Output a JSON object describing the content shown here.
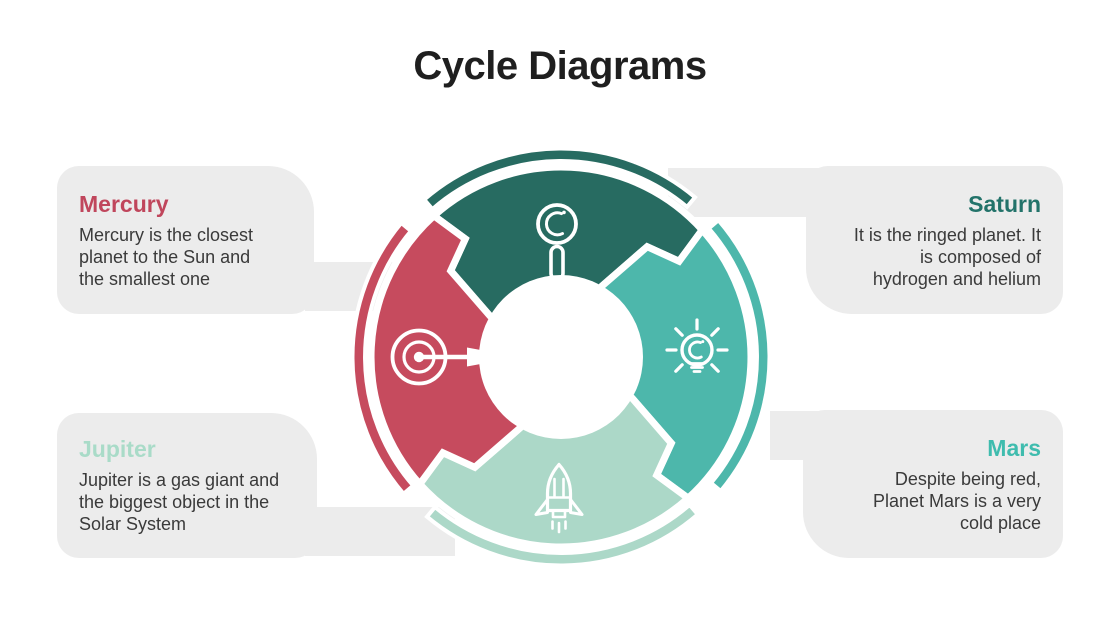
{
  "title": {
    "text": "Cycle Diagrams",
    "color": "#1f1f1f"
  },
  "cards": [
    {
      "id": "mercury",
      "title": "Mercury",
      "body": "Mercury is the closest\nplanet to the Sun and\nthe smallest one",
      "title_color": "#c0465c",
      "align": "left"
    },
    {
      "id": "saturn",
      "title": "Saturn",
      "body": "It is the ringed planet. It\nis composed of\nhydrogen and helium",
      "title_color": "#23736a",
      "align": "right"
    },
    {
      "id": "jupiter",
      "title": "Jupiter",
      "body": "Jupiter is a gas giant and\nthe biggest object in the\nSolar System",
      "title_color": "#a9dbc8",
      "align": "left"
    },
    {
      "id": "mars",
      "title": "Mars",
      "body": "Despite being red,\nPlanet Mars is a very\ncold place",
      "title_color": "#3fbcae",
      "align": "right"
    }
  ],
  "diagram": {
    "segments": [
      {
        "position": "top",
        "icon": "magnifier-icon",
        "color": "#276b61"
      },
      {
        "position": "right",
        "icon": "lightbulb-icon",
        "color": "#4db7ab"
      },
      {
        "position": "bottom",
        "icon": "rocket-icon",
        "color": "#acd8c8"
      },
      {
        "position": "left",
        "icon": "target-icon",
        "color": "#c64b5e"
      }
    ],
    "center_color": "#ffffff",
    "panel_color": "#ececec"
  }
}
